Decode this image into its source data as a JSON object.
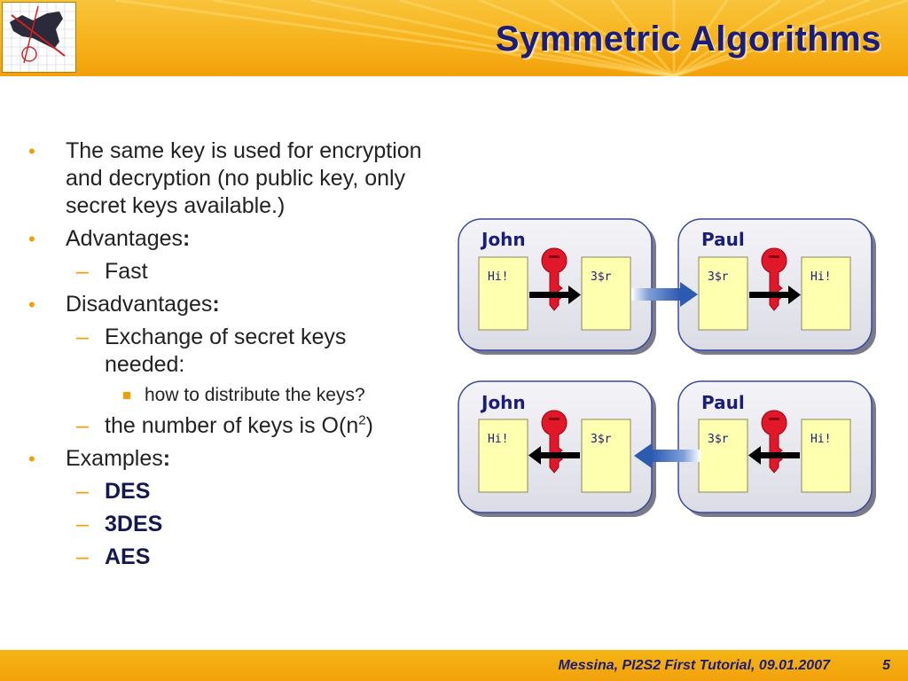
{
  "slide": {
    "title": "Symmetric Algorithms"
  },
  "bullets": [
    {
      "level": 1,
      "text": "The same key is used for encryption and decryption (no public key, only secret keys available.)"
    },
    {
      "level": 1,
      "text": "Advantages",
      "suffix": ":"
    },
    {
      "level": 2,
      "text": "Fast"
    },
    {
      "level": 1,
      "text": "Disadvantages",
      "suffix": ":"
    },
    {
      "level": 2,
      "text": "Exchange of secret keys needed:"
    },
    {
      "level": 3,
      "text": "how to distribute the keys?"
    },
    {
      "level": 2,
      "text": "the number of keys is O(n",
      "sup": "2",
      "after": ")"
    },
    {
      "level": 1,
      "text": "Examples",
      "suffix": ":"
    },
    {
      "level": 2,
      "text": "DES"
    },
    {
      "level": 2,
      "text": "3DES"
    },
    {
      "level": 2,
      "text": "AES"
    }
  ],
  "diagram": {
    "rows": [
      {
        "direction": "right",
        "panels": [
          {
            "name": "John",
            "left_doc": "Hi!",
            "right_doc": "3$r"
          },
          {
            "name": "Paul",
            "left_doc": "3$r",
            "right_doc": "Hi!"
          }
        ]
      },
      {
        "direction": "left",
        "panels": [
          {
            "name": "John",
            "left_doc": "Hi!",
            "right_doc": "3$r"
          },
          {
            "name": "Paul",
            "left_doc": "3$r",
            "right_doc": "Hi!"
          }
        ]
      }
    ]
  },
  "footer": {
    "text": "Messina, PI2S2 First Tutorial, 09.01.2007",
    "page": "5"
  },
  "colors": {
    "accent": "#f29d00",
    "title": "#1b1d7a",
    "key": "#e0182a",
    "arrow": "#2c5ab0",
    "doc": "#ffffb0"
  }
}
